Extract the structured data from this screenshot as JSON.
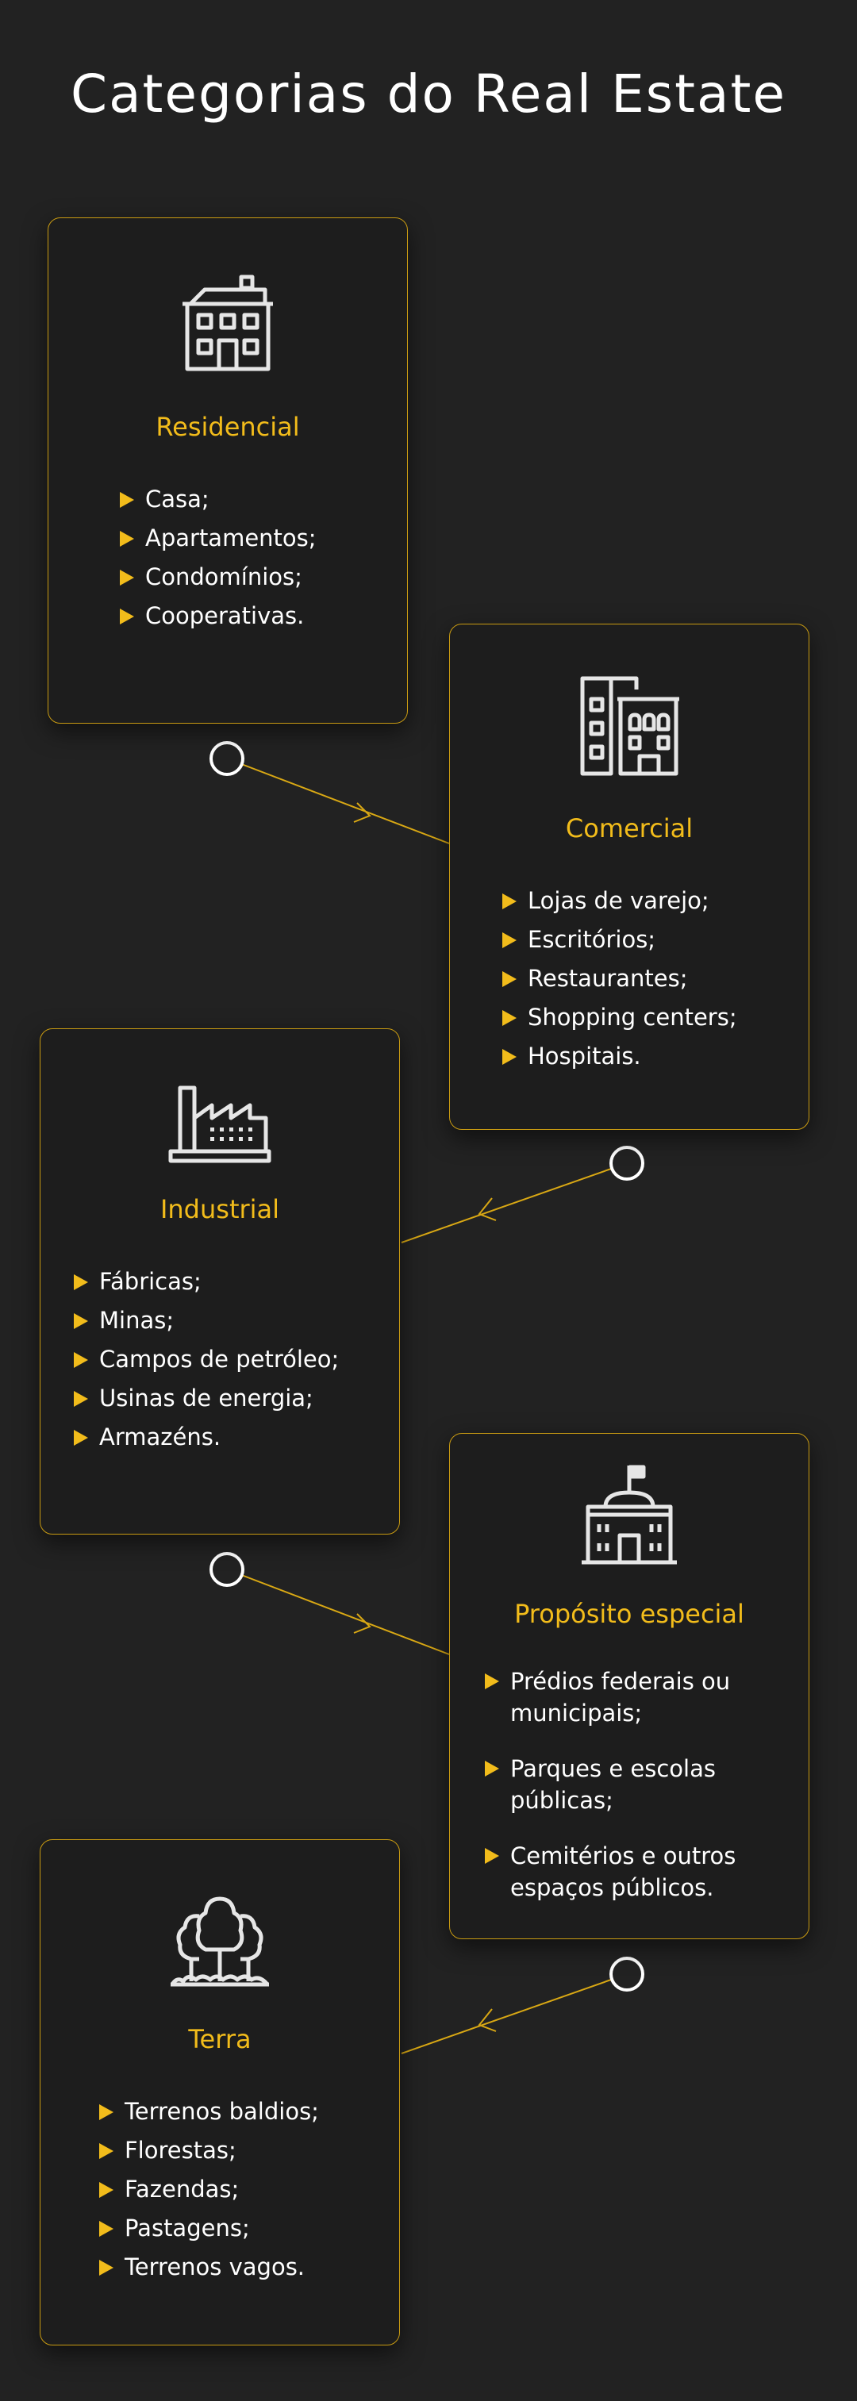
{
  "title": "Categorias do Real Estate",
  "colors": {
    "accent": "#f2bc1b",
    "background": "#222222",
    "card_border": "#c99b12"
  },
  "categories": [
    {
      "name": "Residencial",
      "icon": "building-icon",
      "items": [
        "Casa;",
        "Apartamentos;",
        "Condomínios;",
        "Cooperativas."
      ]
    },
    {
      "name": "Comercial",
      "icon": "office-buildings-icon",
      "items": [
        "Lojas de varejo;",
        "Escritórios;",
        "Restaurantes;",
        "Shopping centers;",
        "Hospitais."
      ]
    },
    {
      "name": "Industrial",
      "icon": "factory-icon",
      "items": [
        "Fábricas;",
        "Minas;",
        "Campos de petróleo;",
        "Usinas de energia;",
        "Armazéns."
      ]
    },
    {
      "name": "Propósito especial",
      "icon": "government-building-icon",
      "items": [
        "Prédios federais ou municipais;",
        "Parques e escolas públicas;",
        "Cemitérios e outros espaços públicos."
      ]
    },
    {
      "name": "Terra",
      "icon": "trees-icon",
      "items": [
        "Terrenos baldios;",
        "Florestas;",
        "Fazendas;",
        "Pastagens;",
        "Terrenos vagos."
      ]
    }
  ]
}
